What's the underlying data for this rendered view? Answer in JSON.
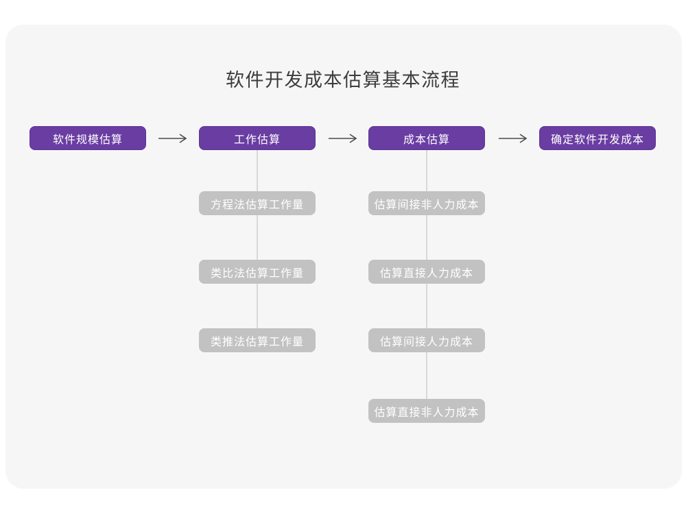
{
  "title": "软件开发成本估算基本流程",
  "colors": {
    "card_bg": "#f6f6f7",
    "title_text": "#3c3c3c",
    "stage_fill": "#6a3da2",
    "stage_border": "#5d3492",
    "sub_fill": "#c2c2c2",
    "box_text": "#ffffff",
    "connector": "#d8d8d8",
    "arrow": "#4a4a4a"
  },
  "flow": {
    "stages": [
      {
        "label": "软件规模估算",
        "substeps": []
      },
      {
        "label": "工作估算",
        "substeps": [
          "方程法估算工作量",
          "类比法估算工作量",
          "类推法估算工作量"
        ]
      },
      {
        "label": "成本估算",
        "substeps": [
          "估算间接非人力成本",
          "估算直接人力成本",
          "估算间接人力成本",
          "估算直接非人力成本"
        ]
      },
      {
        "label": "确定软件开发成本",
        "substeps": []
      }
    ],
    "arrow_icon": "right-arrow"
  }
}
